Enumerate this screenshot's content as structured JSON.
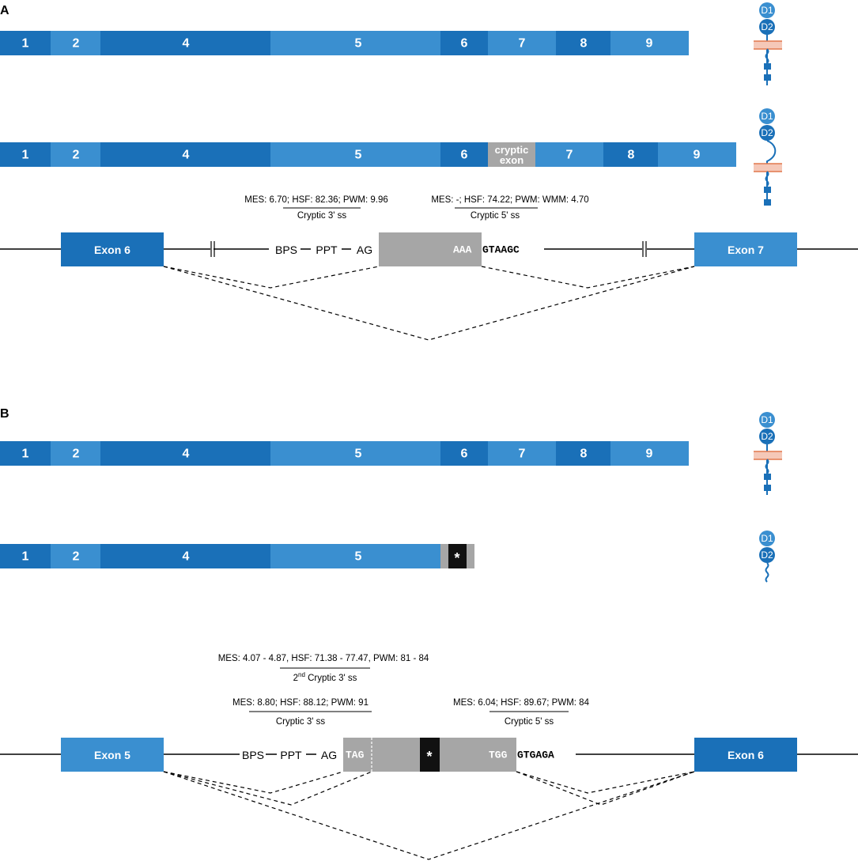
{
  "colors": {
    "dark_blue": "#1a70b8",
    "light_blue": "#3a8fd0",
    "grey": "#a6a6a6",
    "stop": "#111111",
    "membrane_fill": "#f5c8b8",
    "membrane_line": "#e2794d"
  },
  "panel_a": {
    "label": "A",
    "normal_transcript": {
      "exons": [
        {
          "label": "1",
          "shade": "dark"
        },
        {
          "label": "2",
          "shade": "light"
        },
        {
          "label": "4",
          "shade": "dark"
        },
        {
          "label": "5",
          "shade": "light"
        },
        {
          "label": "6",
          "shade": "dark"
        },
        {
          "label": "7",
          "shade": "light"
        },
        {
          "label": "8",
          "shade": "dark"
        },
        {
          "label": "9",
          "shade": "light"
        }
      ]
    },
    "aberrant_transcript": {
      "exons": [
        {
          "label": "1",
          "shade": "dark"
        },
        {
          "label": "2",
          "shade": "light"
        },
        {
          "label": "4",
          "shade": "dark"
        },
        {
          "label": "5",
          "shade": "light"
        },
        {
          "label": "6",
          "shade": "dark"
        },
        {
          "label": "cryptic exon",
          "shade": "grey"
        },
        {
          "label": "7",
          "shade": "light"
        },
        {
          "label": "8",
          "shade": "dark"
        },
        {
          "label": "9",
          "shade": "light"
        }
      ]
    },
    "protein_domains": [
      "D1",
      "D2"
    ],
    "gene": {
      "left_exon": "Exon 6",
      "right_exon": "Exon 7",
      "motifs": [
        "BPS",
        "PPT",
        "AG"
      ],
      "cryptic_seq": "AAA",
      "donor_seq": "GTAAGC",
      "acceptor_scores": "MES: 6.70; HSF: 82.36; PWM: 9.96",
      "acceptor_label": "Cryptic 3' ss",
      "donor_scores": "MES: -; HSF: 74.22; PWM: WMM: 4.70",
      "donor_label": "Cryptic 5' ss"
    }
  },
  "panel_b": {
    "label": "B",
    "normal_transcript": {
      "exons": [
        {
          "label": "1",
          "shade": "dark"
        },
        {
          "label": "2",
          "shade": "light"
        },
        {
          "label": "4",
          "shade": "dark"
        },
        {
          "label": "5",
          "shade": "light"
        },
        {
          "label": "6",
          "shade": "dark"
        },
        {
          "label": "7",
          "shade": "light"
        },
        {
          "label": "8",
          "shade": "dark"
        },
        {
          "label": "9",
          "shade": "light"
        }
      ]
    },
    "truncated_transcript": {
      "exons": [
        {
          "label": "1",
          "shade": "dark"
        },
        {
          "label": "2",
          "shade": "light"
        },
        {
          "label": "4",
          "shade": "dark"
        },
        {
          "label": "5",
          "shade": "light"
        }
      ],
      "stop_symbol": "*"
    },
    "protein_domains": [
      "D1",
      "D2"
    ],
    "gene": {
      "left_exon": "Exon 5",
      "right_exon": "Exon 6",
      "motifs": [
        "BPS",
        "PPT",
        "AG"
      ],
      "cryptic_start_seq": "TAG",
      "cryptic_end_seq": "TGG",
      "donor_seq": "GTGAGA",
      "stop_symbol": "*",
      "second_acceptor_scores": "MES: 4.07 - 4.87, HSF: 71.38 - 77.47, PWM: 81 - 84",
      "second_acceptor_label_prefix": "2",
      "second_acceptor_label_sup": "nd",
      "second_acceptor_label_rest": " Cryptic 3' ss",
      "acceptor_scores": "MES: 8.80; HSF: 88.12; PWM: 91",
      "acceptor_label": "Cryptic 3' ss",
      "donor_scores": "MES: 6.04; HSF: 89.67; PWM: 84",
      "donor_label": "Cryptic 5' ss"
    }
  }
}
